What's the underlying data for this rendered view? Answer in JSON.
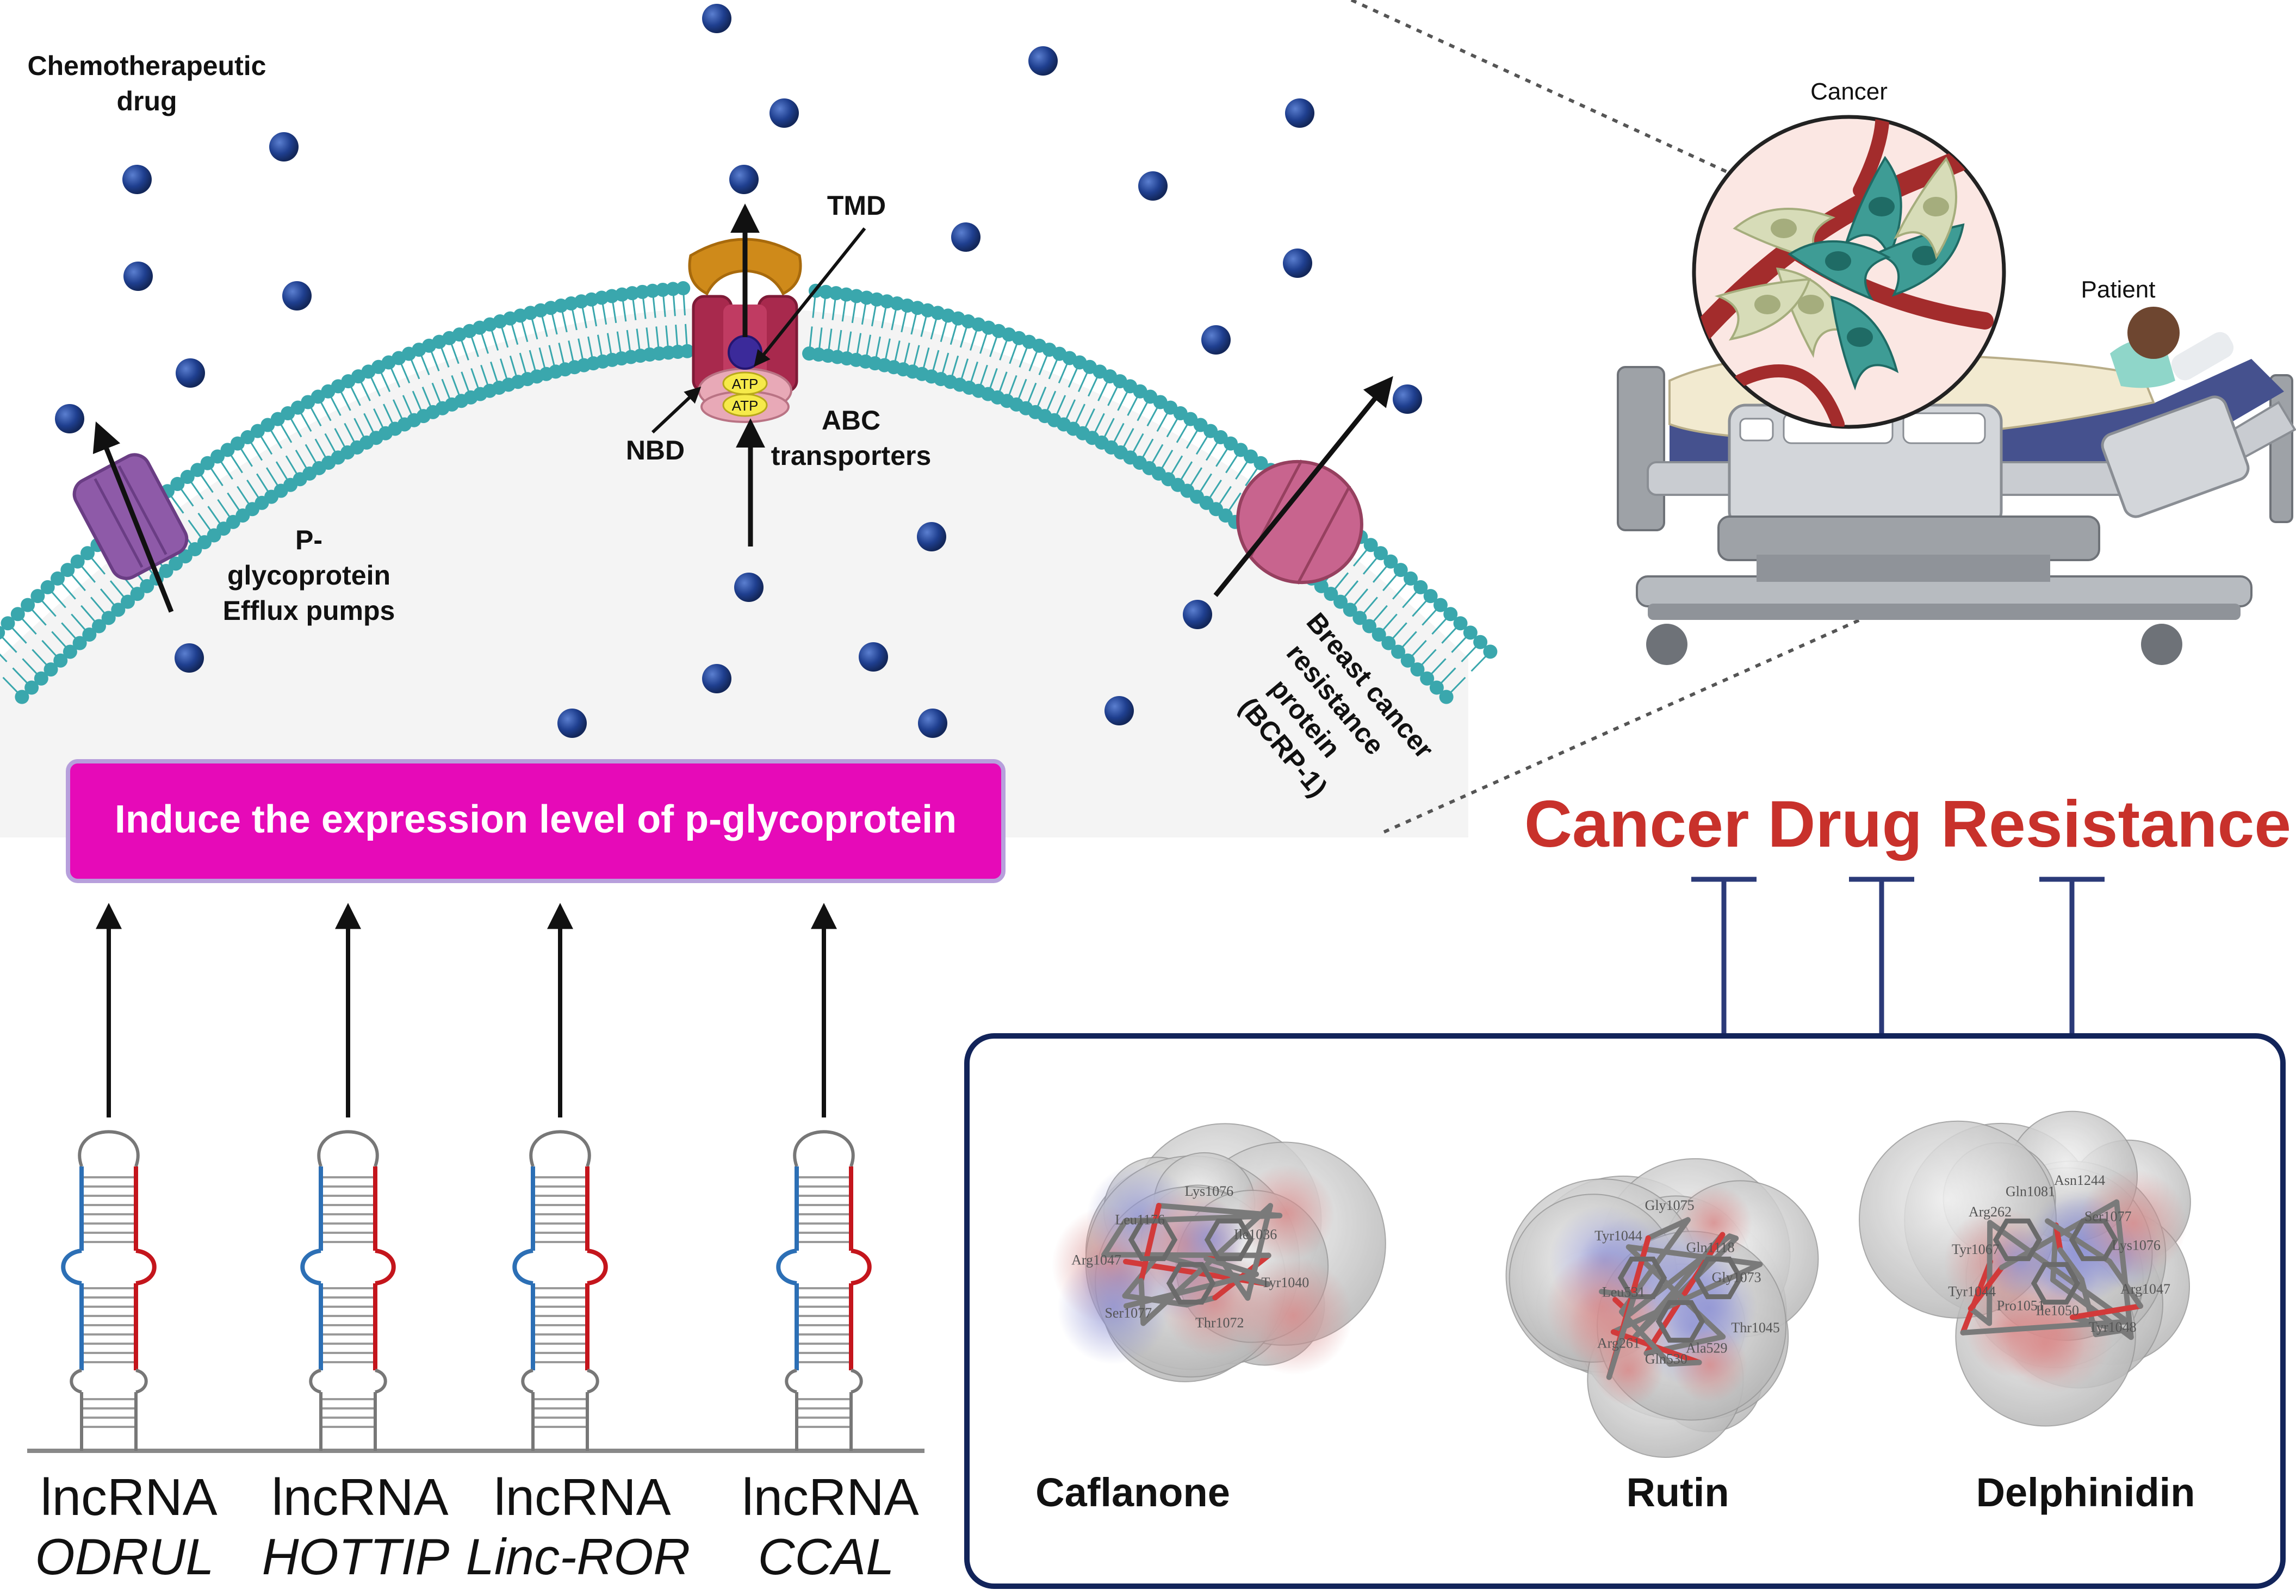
{
  "membrane": {
    "drug_label_line1": "Chemotherapeutic",
    "drug_label_line2": "drug",
    "pgp_line1": "P-",
    "pgp_line2": "glycoprotein",
    "pgp_line3": "Efflux pumps",
    "tmd": "TMD",
    "nbd": "NBD",
    "abc_line1": "ABC",
    "abc_line2": "transporters",
    "atp": "ATP",
    "bcrp_line1": "Breast cancer",
    "bcrp_line2": "resistance",
    "bcrp_line3": "protein",
    "bcrp_line4": "(BCRP-1)"
  },
  "patient_panel": {
    "cancer": "Cancer",
    "patient": "Patient"
  },
  "induce_box": {
    "text": "Induce the expression level of p-glycoprotein"
  },
  "lncrnas": [
    {
      "top": "lncRNA",
      "name": "ODRUL"
    },
    {
      "top": "lncRNA",
      "name": "HOTTIP"
    },
    {
      "top": "lncRNA",
      "name": "Linc-ROR"
    },
    {
      "top": "lncRNA",
      "name": "CCAL"
    }
  ],
  "resistance": {
    "title": "Cancer Drug Resistance"
  },
  "molecules": [
    {
      "name": "Caflanone",
      "residues": [
        "Tyr1040",
        "Thr1072",
        "Ser1077",
        "Arg1047",
        "Leu1176",
        "Lys1076",
        "Ile1036"
      ]
    },
    {
      "name": "Rutin",
      "residues": [
        "Thr1045",
        "Ala529",
        "Gln530",
        "Arg261",
        "Leu531",
        "Tyr1044",
        "Gly1075",
        "Gln1118",
        "Gly1073"
      ]
    },
    {
      "name": "Delphinidin",
      "residues": [
        "Arg1047",
        "Tyr1048",
        "Ile1050",
        "Pro1051",
        "Tyr1044",
        "Tyr1067",
        "Arg262",
        "Gln1081",
        "Asn1244",
        "Ser1077",
        "Lys1076"
      ]
    }
  ],
  "colors": {
    "induce_box": "#e60ab8",
    "resistance_title": "#c8312b",
    "molecule_frame": "#12245a",
    "rna_blue": "#2c6fb5",
    "rna_red": "#c4151c",
    "drug": "#1f3f8f",
    "lipid": "#3aa7ad",
    "pgp": "#8e5aa8",
    "bcrp": "#c8648e"
  }
}
